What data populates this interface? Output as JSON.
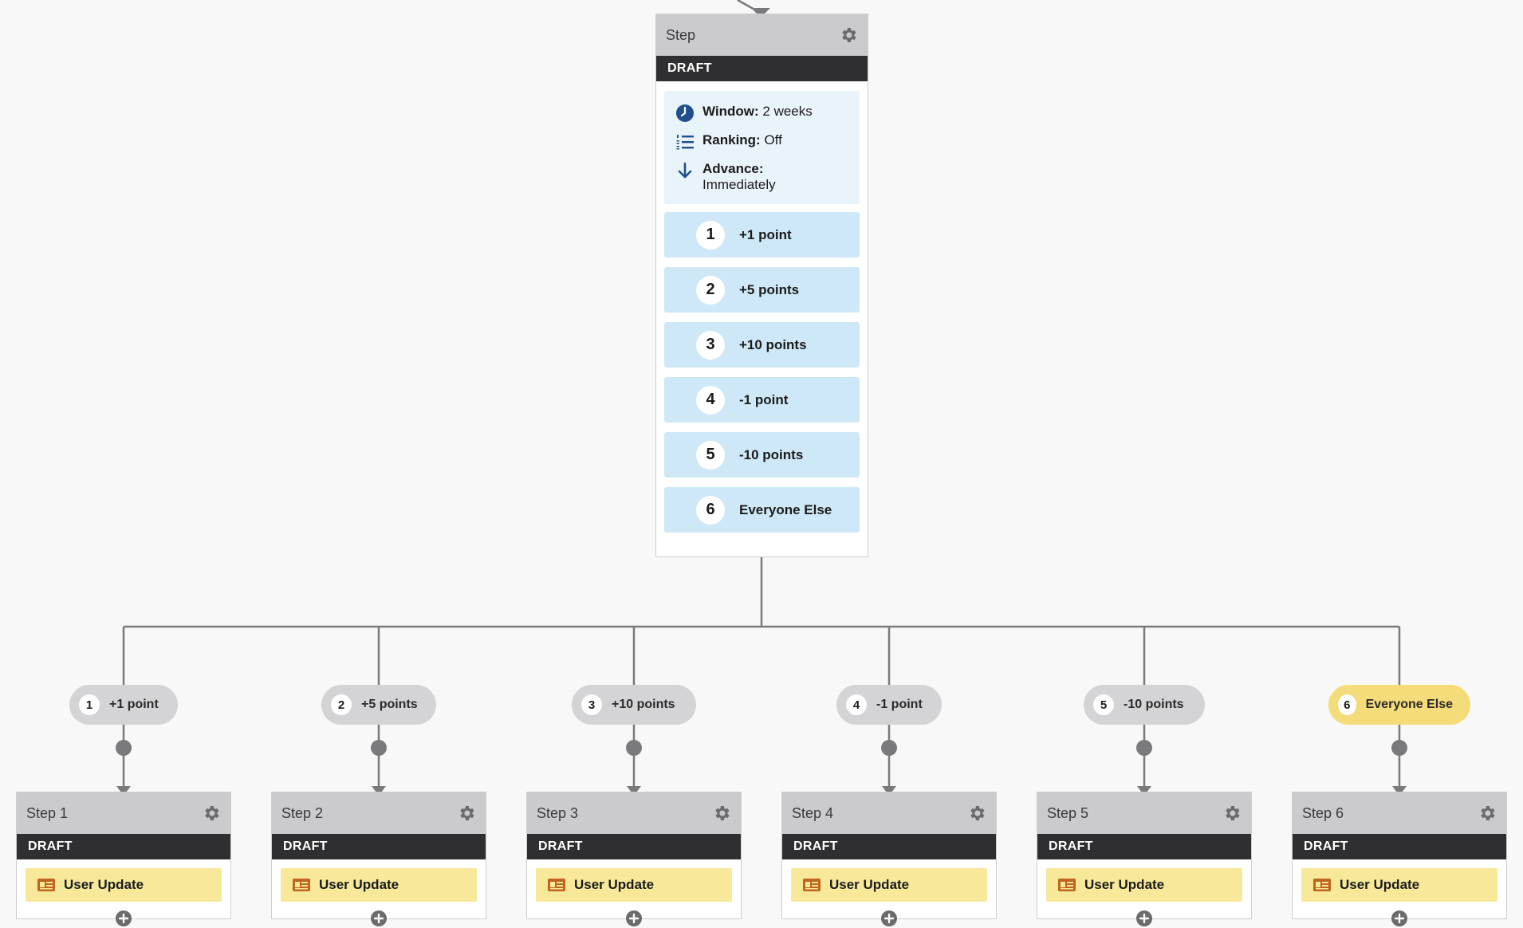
{
  "colors": {
    "background": "#f8f8f8",
    "card_header": "#cbcbcd",
    "draft_bar": "#2f2f31",
    "info_box": "#e9f3fa",
    "branch_item": "#cfe8f8",
    "pill": "#d4d4d6",
    "pill_active": "#f5dc7a",
    "action": "#f7e89a",
    "connector": "#7a7a7c",
    "icon_blue": "#1f4f8f"
  },
  "main_step": {
    "title": "Step",
    "status": "DRAFT",
    "settings_icon": "gear-icon",
    "info": {
      "window_label": "Window:",
      "window_value": "2 weeks",
      "ranking_label": "Ranking:",
      "ranking_value": "Off",
      "advance_label": "Advance:",
      "advance_value": "Immediately"
    },
    "branches": [
      {
        "num": "1",
        "label": "+1 point"
      },
      {
        "num": "2",
        "label": "+5 points"
      },
      {
        "num": "3",
        "label": "+10 points"
      },
      {
        "num": "4",
        "label": "-1 point"
      },
      {
        "num": "5",
        "label": "-10 points"
      },
      {
        "num": "6",
        "label": "Everyone Else"
      }
    ]
  },
  "paths": [
    {
      "num": "1",
      "label": "+1 point",
      "active": false
    },
    {
      "num": "2",
      "label": "+5 points",
      "active": false
    },
    {
      "num": "3",
      "label": "+10 points",
      "active": false
    },
    {
      "num": "4",
      "label": "-1 point",
      "active": false
    },
    {
      "num": "5",
      "label": "-10 points",
      "active": false
    },
    {
      "num": "6",
      "label": "Everyone Else",
      "active": true
    }
  ],
  "child_steps": [
    {
      "title": "Step 1",
      "status": "DRAFT",
      "action": "User Update"
    },
    {
      "title": "Step 2",
      "status": "DRAFT",
      "action": "User Update"
    },
    {
      "title": "Step 3",
      "status": "DRAFT",
      "action": "User Update"
    },
    {
      "title": "Step 4",
      "status": "DRAFT",
      "action": "User Update"
    },
    {
      "title": "Step 5",
      "status": "DRAFT",
      "action": "User Update"
    },
    {
      "title": "Step 6",
      "status": "DRAFT",
      "action": "User Update"
    }
  ]
}
